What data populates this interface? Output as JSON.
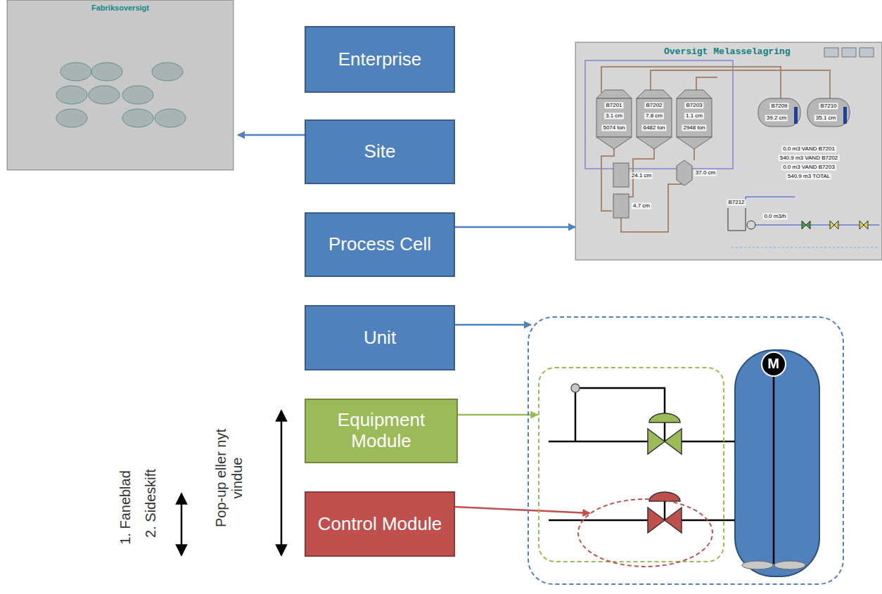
{
  "diagram": {
    "nodes": [
      {
        "text": [
          "Fabriksoversigt"
        ]
      },
      {
        "text": [
          "Enterprise"
        ]
      },
      {
        "text": [
          "Site"
        ]
      },
      {
        "text": [
          "Oversigt Melasselagring"
        ]
      },
      {
        "text": [
          "Process Cell"
        ]
      },
      {
        "text": [
          "Unit"
        ]
      },
      {
        "text": [
          "Equipment Module"
        ]
      },
      {
        "text": [
          "Control Module"
        ]
      },
      {
        "text": []
      },
      {
        "text": [],
        "in": 8
      },
      {
        "text": [
          "M"
        ],
        "in": 8
      },
      {
        "text": [],
        "in": 9
      }
    ],
    "edges": [
      {
        "from": 2,
        "to": 0,
        "arrow": "to"
      },
      {
        "from": 4,
        "to": 3,
        "arrow": "to"
      },
      {
        "from": 5,
        "to": 8,
        "arrow": "to"
      },
      {
        "from": 6,
        "to": 9,
        "arrow": "to"
      },
      {
        "from": 7,
        "to": 11,
        "arrow": "to"
      }
    ],
    "labels": [
      "1. Faneblad",
      "2. Sideskift",
      "Pop-up eller nyt vindue",
      "B7201",
      "B7202",
      "B7203",
      "3.1 cm",
      "7.8 cm",
      "1.1 cm",
      "5074 ton",
      "6482 ton",
      "2948 ton",
      "B7209",
      "B7210",
      "39.2 cm",
      "35.1 cm",
      "24.1 cm",
      "4.7 cm",
      "37.0 cm",
      "0.0 m3 VAND B7201",
      "540.9 m3 VAND B7202",
      "0.0 m3 VAND B7203",
      "540.9 m3 TOTAL",
      "B7212",
      "0.0 m3/h"
    ]
  }
}
